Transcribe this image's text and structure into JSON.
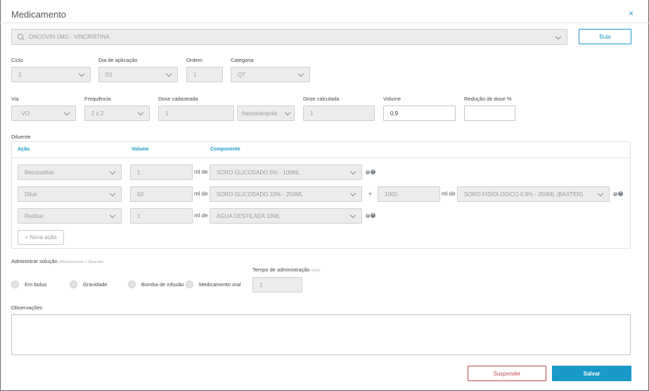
{
  "modal": {
    "title": "Medicamento",
    "close": "×"
  },
  "search": {
    "value": "ONCOVIN 1MG - VINCRISTINA",
    "bula_button": "Bula"
  },
  "row1": {
    "ciclo": {
      "label": "Ciclo",
      "value": "1"
    },
    "dia": {
      "label": "Dia de aplicação",
      "value": "D1"
    },
    "ordem": {
      "label": "Ordem",
      "value": "1"
    },
    "categoria": {
      "label": "Categoria",
      "value": "QT"
    }
  },
  "row2": {
    "via": {
      "label": "Via",
      "value": ". VO"
    },
    "frequencia": {
      "label": "Frequência",
      "value": "2 x 2"
    },
    "dose_cadastrada": {
      "label": "Dose cadastrada",
      "value": "1",
      "unit": "frasco/ampola"
    },
    "dose_calculada": {
      "label": "Dose calculada",
      "value": "1"
    },
    "volume": {
      "label": "Volume",
      "value": "0,9"
    },
    "reducao": {
      "label": "Redução de dose %",
      "value": ""
    }
  },
  "diluente": {
    "label": "Diluente",
    "headers": {
      "acao": "Ação",
      "volume": "Volume",
      "componente": "Componente"
    },
    "unit_label": "ml de",
    "plus_sign": "+",
    "rows": [
      {
        "acao": "Reconstituir",
        "volume": "1",
        "componente": "SORO GLICOSADO 5% - 100ML"
      },
      {
        "acao": "Diluir",
        "volume": "50",
        "componente": "SORO GLICOSADO 10% - 250ML",
        "extra_volume": "1000",
        "extra_componente": "SORO FISIOLOGICO 0.9% - 250ML (BAXTER)"
      },
      {
        "acao": "Rediluir",
        "volume": "1",
        "componente": "AGUA DESTILADA 10ML"
      }
    ],
    "nova_acao": "+ Nova ação"
  },
  "administrar": {
    "label": "Administrar solução",
    "sublabel": "(Medicamento + Diluente)",
    "options": [
      "Em bolus",
      "Gravidade",
      "Bomba de infusão",
      "Medicamento oral"
    ],
    "tempo_label": "Tempo de administração",
    "tempo_unit": "(min)",
    "tempo_value": "1"
  },
  "observacoes": {
    "label": "Observações",
    "value": ""
  },
  "footer": {
    "suspender": "Suspender",
    "salvar": "Salvar"
  },
  "colors": {
    "accent": "#1a9ac9",
    "danger": "#b94a4a"
  }
}
